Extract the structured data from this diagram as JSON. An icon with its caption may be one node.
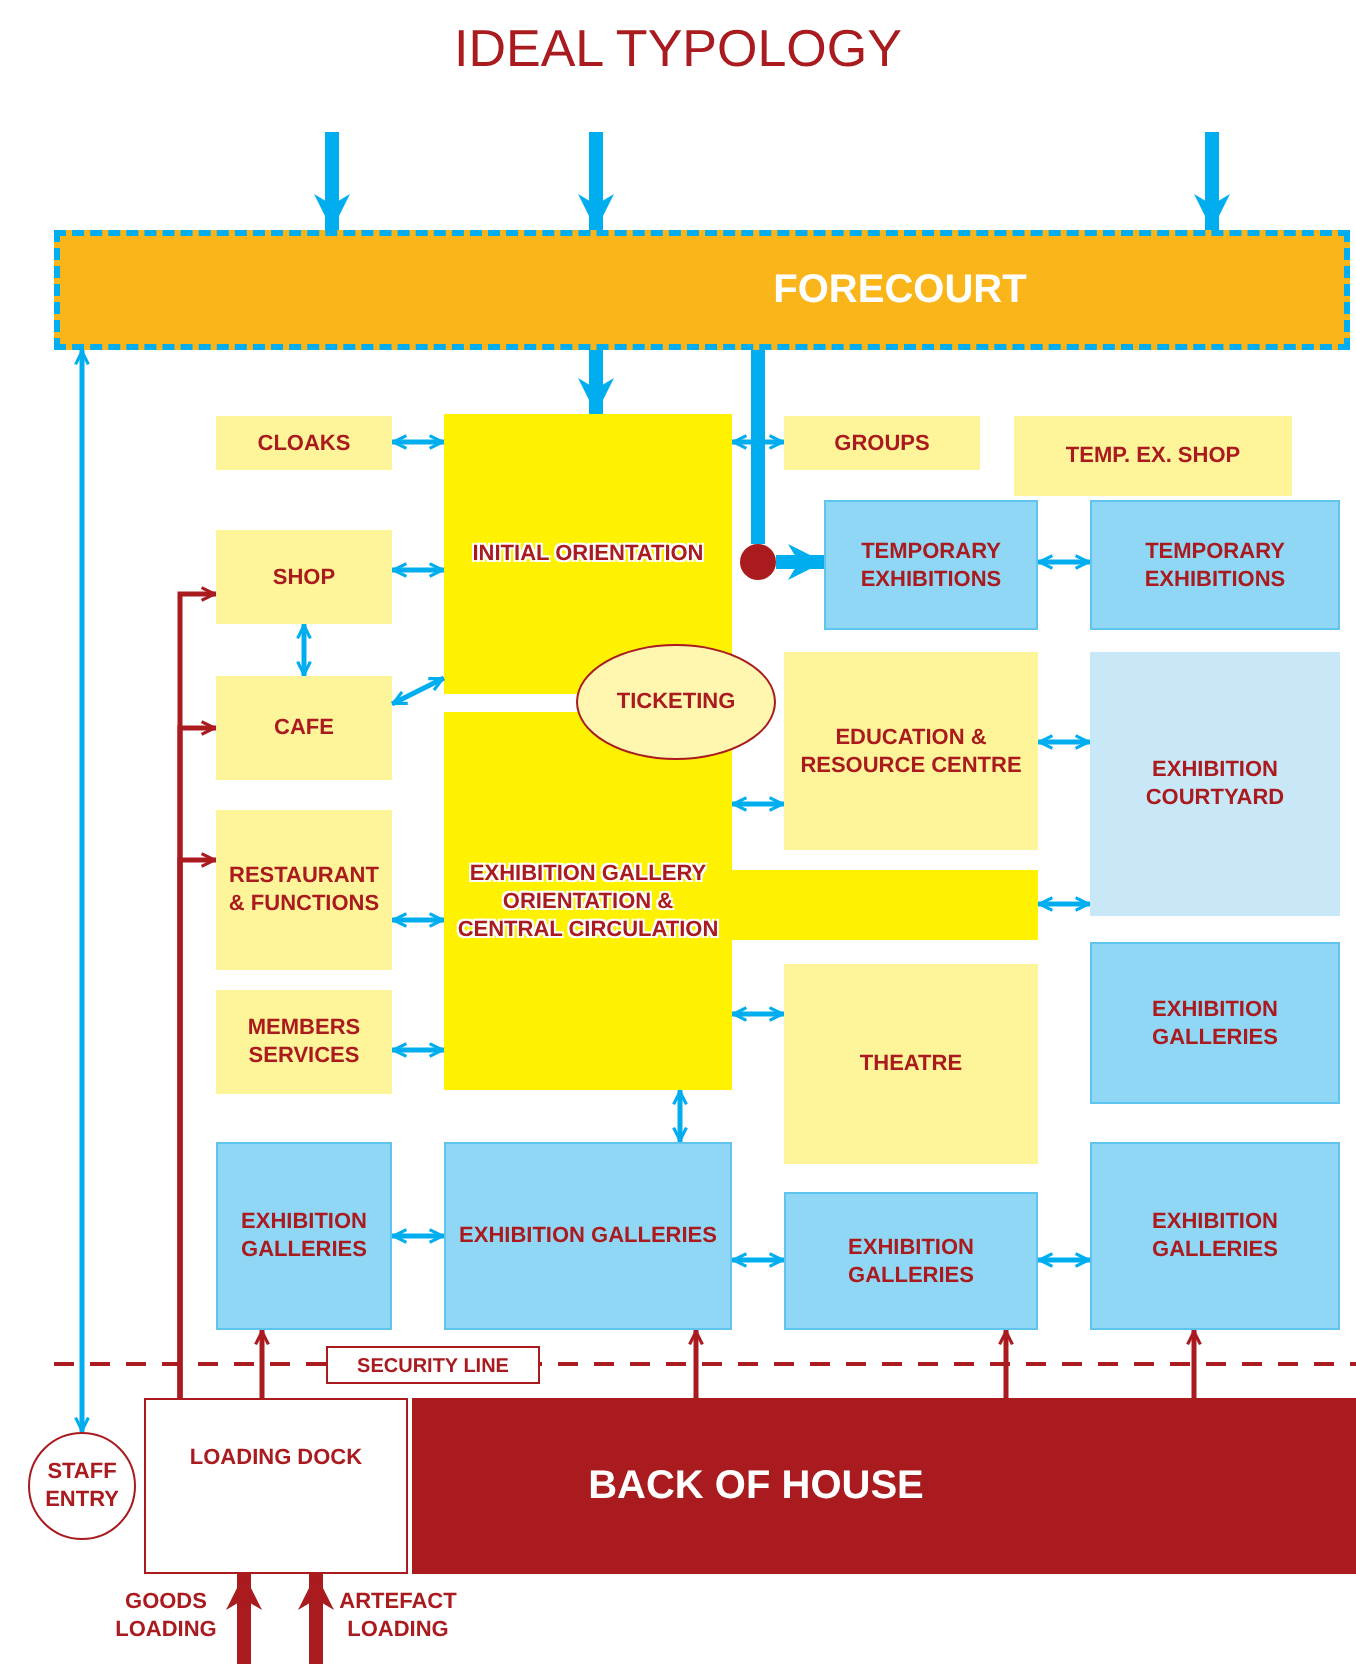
{
  "diagram": {
    "title": "IDEAL TYPOLOGY",
    "nodes": [
      {
        "text": [
          "FORECOURT"
        ]
      },
      {
        "text": [
          "CLOAKS"
        ]
      },
      {
        "text": [
          "INITIAL ORIENTATION"
        ]
      },
      {
        "text": [
          "GROUPS"
        ]
      },
      {
        "text": [
          "TEMP. EX. SHOP"
        ]
      },
      {
        "text": [
          "SHOP"
        ]
      },
      {
        "text": [],
        "shape": "circle"
      },
      {
        "text": [
          "TEMPORARY EXHIBITIONS"
        ]
      },
      {
        "text": [
          "TEMPORARY EXHIBITIONS"
        ]
      },
      {
        "text": [
          "TICKETING"
        ]
      },
      {
        "text": [
          "CAFE"
        ]
      },
      {
        "text": [
          "EDUCATION & RESOURCE CENTRE"
        ]
      },
      {
        "text": [
          "EXHIBITION COURTYARD"
        ]
      },
      {
        "text": [
          "RESTAURANT & FUNCTIONS"
        ]
      },
      {
        "text": [
          "EXHIBITION GALLERY ORIENTATION & CENTRAL CIRCULATION"
        ]
      },
      {
        "text": [
          "MEMBERS SERVICES"
        ]
      },
      {
        "text": [
          "THEATRE"
        ]
      },
      {
        "text": [
          "EXHIBITION GALLERIES"
        ]
      },
      {
        "text": [
          "EXHIBITION GALLERIES"
        ]
      },
      {
        "text": [
          "EXHIBITION GALLERIES"
        ]
      },
      {
        "text": [
          "EXHIBITION GALLERIES"
        ]
      },
      {
        "text": [
          "EXHIBITION GALLERIES"
        ]
      },
      {
        "text": [
          "STAFF ENTRY"
        ]
      },
      {
        "text": [
          "LOADING DOCK"
        ]
      },
      {
        "text": [
          "BACK OF HOUSE"
        ]
      },
      {
        "text": [],
        "shape": "box"
      }
    ],
    "edges": [
      {
        "from": null,
        "to": 0,
        "arrow": "to",
        "style": "thick"
      },
      {
        "from": null,
        "to": 0,
        "arrow": "to",
        "style": "thick"
      },
      {
        "from": null,
        "to": 0,
        "arrow": "to",
        "style": "thick"
      },
      {
        "from": 0,
        "to": 2,
        "arrow": "to",
        "style": "thick"
      },
      {
        "from": 0,
        "to": 6,
        "arrow": "none",
        "style": "thick"
      },
      {
        "from": 6,
        "to": 7,
        "arrow": "to",
        "style": "thick"
      },
      {
        "from": 1,
        "to": 2,
        "arrow": "both"
      },
      {
        "from": 2,
        "to": 3,
        "arrow": "both"
      },
      {
        "from": 5,
        "to": 2,
        "arrow": "both"
      },
      {
        "from": 5,
        "to": 10,
        "arrow": "both"
      },
      {
        "from": 10,
        "to": 2,
        "arrow": "both"
      },
      {
        "from": 7,
        "to": 8,
        "arrow": "both"
      },
      {
        "from": 14,
        "to": 11,
        "arrow": "both"
      },
      {
        "from": 11,
        "to": 12,
        "arrow": "both"
      },
      {
        "from": 25,
        "to": 12,
        "arrow": "both"
      },
      {
        "from": 13,
        "to": 14,
        "arrow": "both"
      },
      {
        "from": 15,
        "to": 14,
        "arrow": "both"
      },
      {
        "from": 14,
        "to": 16,
        "arrow": "both"
      },
      {
        "from": 14,
        "to": 19,
        "arrow": "both"
      },
      {
        "from": 18,
        "to": 19,
        "arrow": "both"
      },
      {
        "from": 19,
        "to": 20,
        "arrow": "both"
      },
      {
        "from": 20,
        "to": 21,
        "arrow": "both"
      },
      {
        "from": 0,
        "to": 22,
        "arrow": "both"
      },
      {
        "from": 23,
        "to": 5,
        "arrow": "to",
        "color": "#a91b1f"
      },
      {
        "from": 23,
        "to": 10,
        "arrow": "to",
        "color": "#a91b1f"
      },
      {
        "from": 23,
        "to": 13,
        "arrow": "to",
        "color": "#a91b1f"
      },
      {
        "from": 23,
        "to": 18,
        "arrow": "to",
        "color": "#a91b1f"
      },
      {
        "from": 24,
        "to": 19,
        "arrow": "to",
        "color": "#a91b1f"
      },
      {
        "from": 24,
        "to": 20,
        "arrow": "to",
        "color": "#a91b1f"
      },
      {
        "from": 24,
        "to": 21,
        "arrow": "to",
        "color": "#a91b1f"
      },
      {
        "from": null,
        "to": 23,
        "arrow": "to",
        "style": "thick",
        "color": "#a91b1f",
        "label": "GOODS LOADING"
      },
      {
        "from": null,
        "to": 23,
        "arrow": "to",
        "style": "thick",
        "color": "#a91b1f",
        "label": "ARTEFACT LOADING"
      }
    ],
    "labels": [
      "SECURITY LINE"
    ]
  }
}
